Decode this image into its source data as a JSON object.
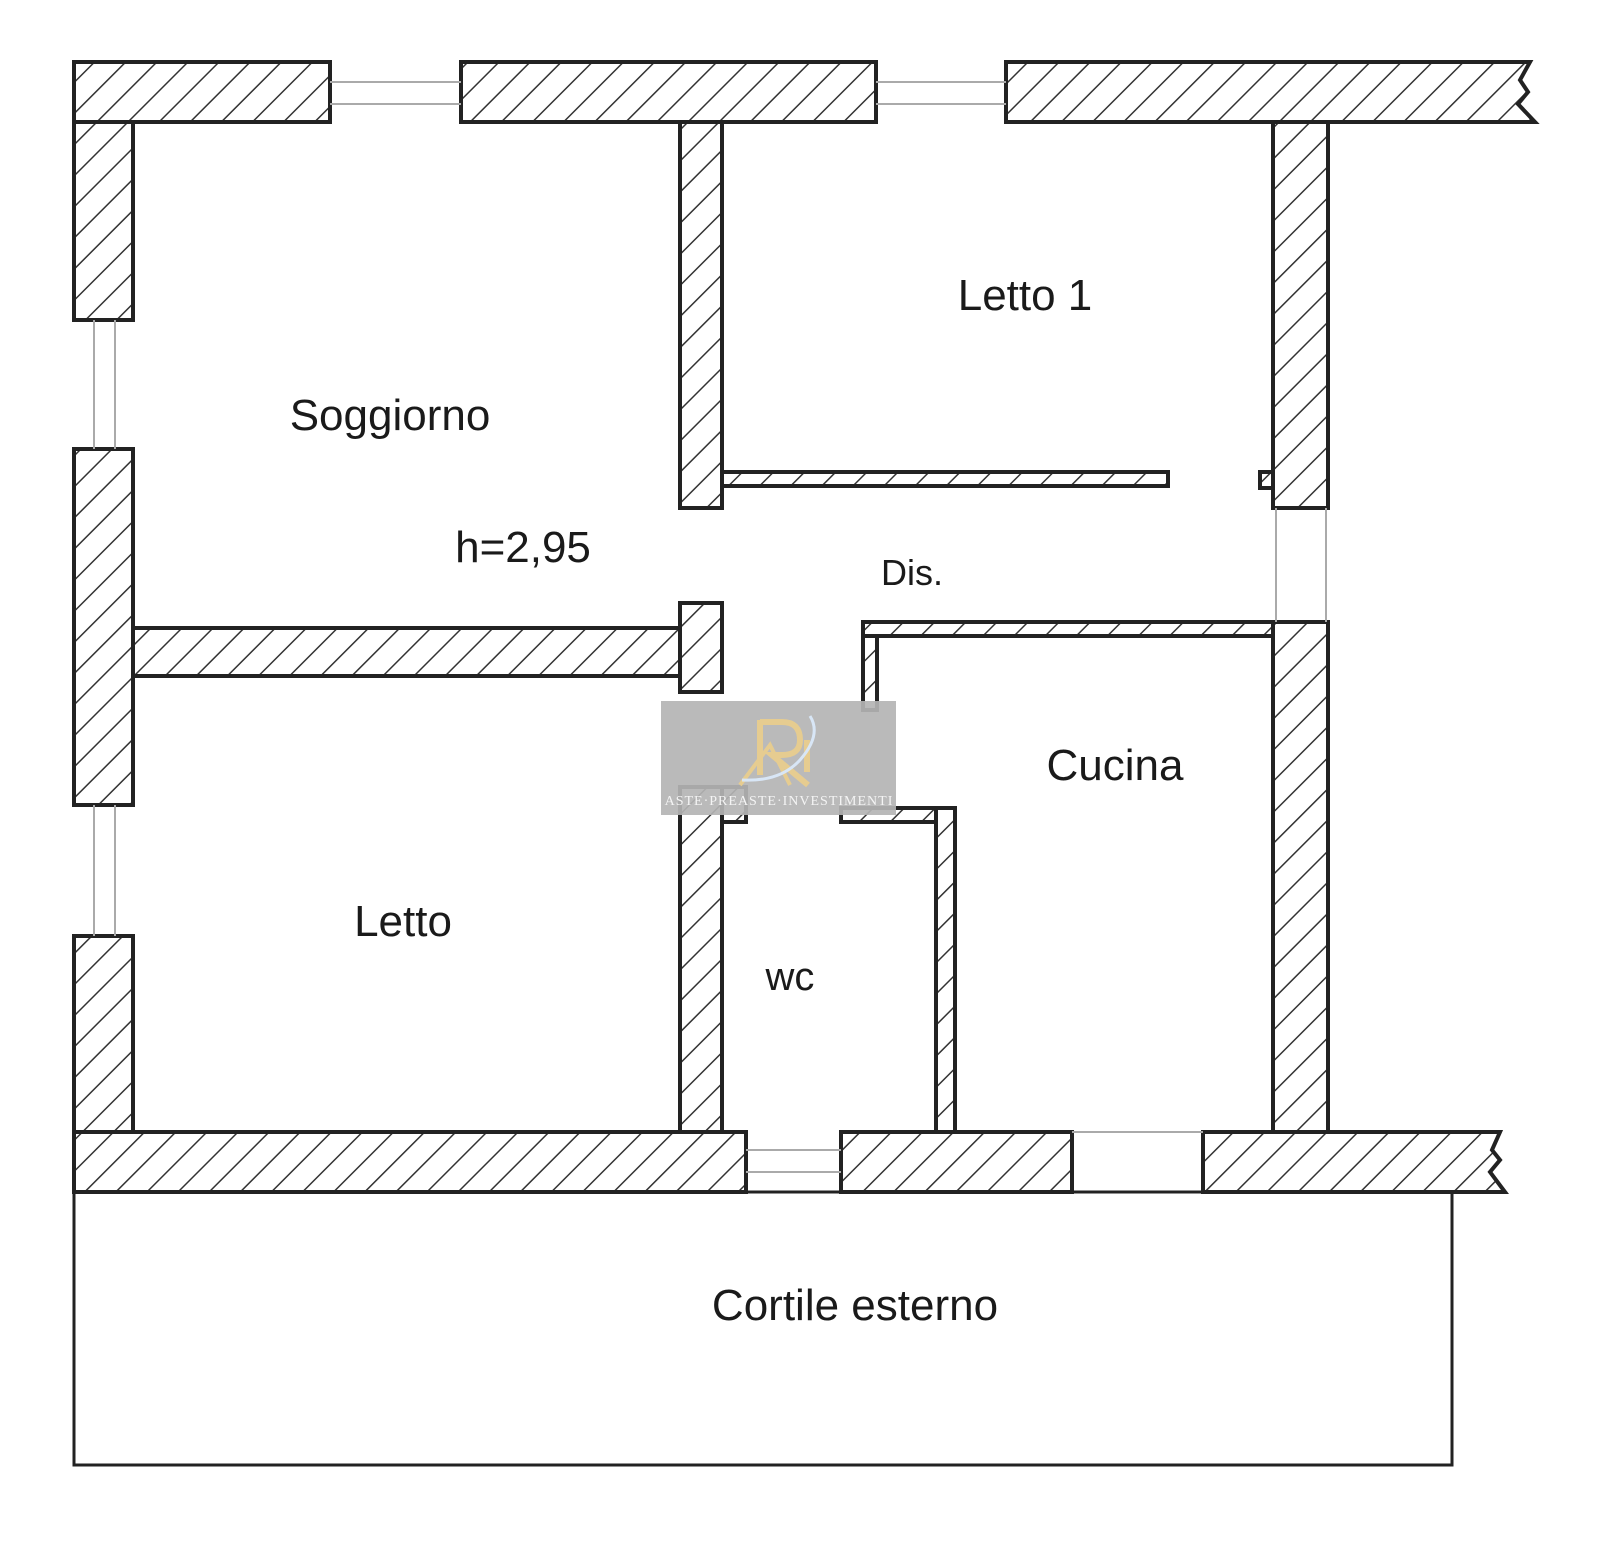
{
  "plan": {
    "rooms": {
      "soggiorno": "Soggiorno",
      "letto1": "Letto 1",
      "height": "h=2,95",
      "dis": "Dis.",
      "cucina": "Cucina",
      "letto": "Letto",
      "wc": "wc",
      "cortile": "Cortile esterno"
    },
    "watermark": {
      "logo": "RI",
      "text": "ASTE·PREASTE·INVESTIMENTI"
    },
    "colors": {
      "wall": "#222222",
      "watermark_bg": "#b4b4b4",
      "logo_gold": "#e0c68a"
    }
  }
}
